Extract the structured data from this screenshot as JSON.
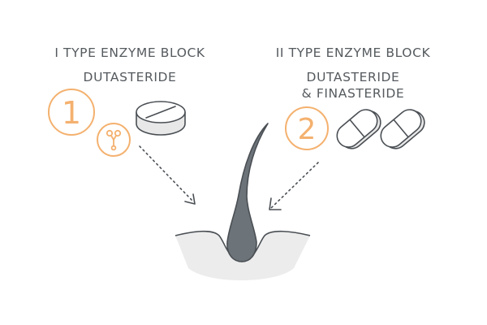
{
  "left_group": {
    "heading": "I TYPE ENZYME BLOCK",
    "drug": "DUTASTERIDE",
    "number": "1",
    "small_icon": "enzyme-icon",
    "pill_icon": "round-tablet-icon"
  },
  "right_group": {
    "heading": "II TYPE ENZYME BLOCK",
    "drug_line1": "DUTASTERIDE",
    "drug_line2": "& FINASTERIDE",
    "number": "2",
    "pill_icon": "capsule-tablet-icon"
  },
  "center": {
    "hair_icon": "hair-follicle-icon",
    "scalp_icon": "scalp-cross-section-icon"
  },
  "colors": {
    "accent": "#f4b16f",
    "line": "#4a4f54",
    "hair": "#6c7479",
    "scalp": "#ececec",
    "text": "#555a5e"
  }
}
